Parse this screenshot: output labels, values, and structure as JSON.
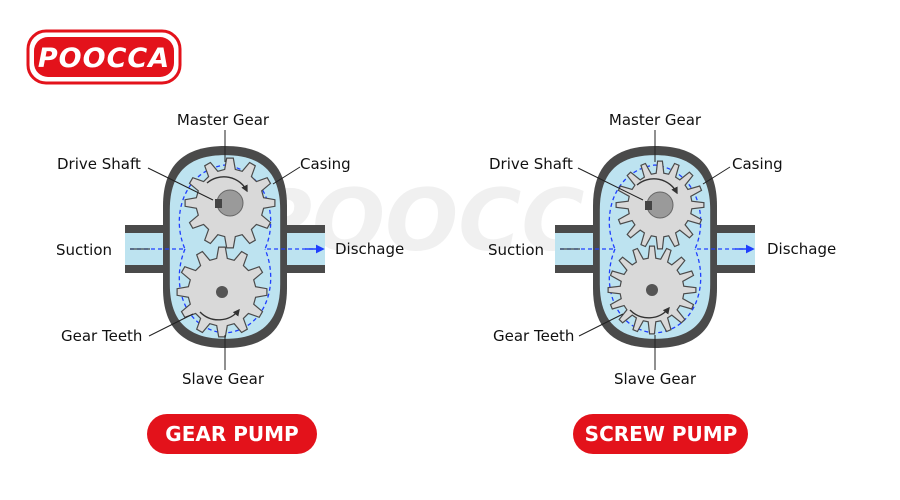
{
  "brand": {
    "logo_text": "POOCCA",
    "color": "#e3121b",
    "watermark_text": "POOCCA"
  },
  "colors": {
    "casing": "#4a4a4a",
    "fluid": "#bde3f0",
    "gear_fill": "#d9d9d9",
    "gear_stroke": "#4a4a4a",
    "flow_arrow": "#1f3fff",
    "label_text": "#111111",
    "pill_bg": "#e3121b",
    "pill_text": "#ffffff"
  },
  "diagrams": [
    {
      "id": "gear",
      "labels": {
        "master_gear": "Master Gear",
        "drive_shaft": "Drive Shaft",
        "casing": "Casing",
        "suction": "Suction",
        "discharge": "Dischage",
        "gear_teeth": "Gear Teeth",
        "slave_gear": "Slave Gear"
      },
      "caption": "GEAR PUMP"
    },
    {
      "id": "screw",
      "labels": {
        "master_gear": "Master Gear",
        "drive_shaft": "Drive Shaft",
        "casing": "Casing",
        "suction": "Suction",
        "discharge": "Dischage",
        "gear_teeth": "Gear Teeth",
        "slave_gear": "Slave Gear"
      },
      "caption": "SCREW PUMP"
    }
  ]
}
